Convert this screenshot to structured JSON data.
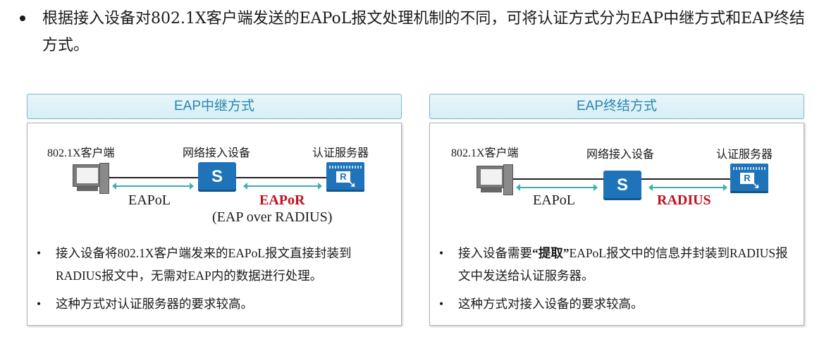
{
  "intro": {
    "text": "根据接入设备对802.1X客户端发送的EAPoL报文处理机制的不同，可将认证方式分为EAP中继方式和EAP终结方式。"
  },
  "panels": [
    {
      "title": "EAP中继方式",
      "client_label": "802.1X客户端",
      "device_label": "网络接入设备",
      "server_label": "认证服务器",
      "switch_glyph": "S",
      "server_glyph": "R",
      "left_protocol": "EAPoL",
      "right_protocol": "EAPoR",
      "right_protocol_sub": "(EAP over RADIUS)",
      "bullet_mark": "•",
      "bullets": [
        "接入设备将802.1X客户端发来的EAPoL报文直接封装到RADIUS报文中，无需对EAP内的数据进行处理。",
        "这种方式对认证服务器的要求较高。"
      ]
    },
    {
      "title": "EAP终结方式",
      "client_label": "802.1X客户端",
      "device_label": "网络接入设备",
      "server_label": "认证服务器",
      "switch_glyph": "S",
      "server_glyph": "R",
      "left_protocol": "EAPoL",
      "right_protocol": "RADIUS",
      "bullet_mark": "•",
      "bullets": [
        {
          "pre": "接入设备需要",
          "bold": "“提取”",
          "post": "EAPoL报文中的信息并封装到RADIUS报文中发送给认证服务器。"
        },
        "这种方式对接入设备的要求较高。"
      ]
    }
  ],
  "colors": {
    "header_text": "#2a85b1",
    "header_border": "#7fb6c9",
    "device_blue": "#1f73b8",
    "arrow_teal": "#3fb0a8",
    "protocol_red": "#c0111f"
  },
  "icons": [
    "pc-icon",
    "switch-icon",
    "server-icon"
  ]
}
